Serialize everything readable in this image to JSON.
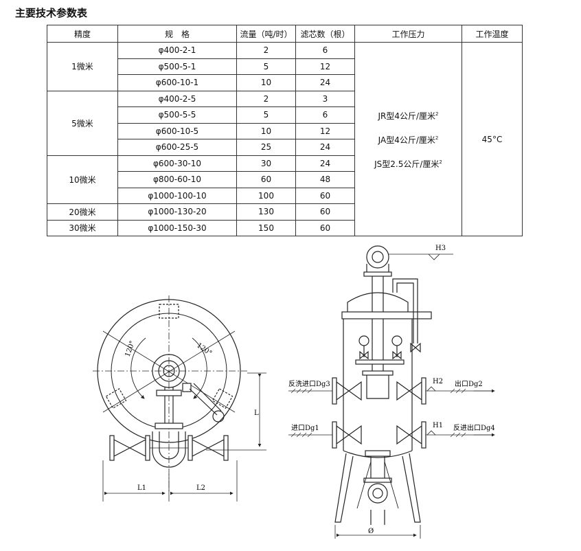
{
  "heading": "主要技术参数表",
  "table": {
    "headers": [
      "精度",
      "规　格",
      "流量（吨/时）",
      "滤芯数（根）",
      "工作压力",
      "工作温度"
    ],
    "groups": [
      {
        "precision": "1微米",
        "rows": [
          [
            "φ400-2-1",
            "2",
            "6"
          ],
          [
            "φ500-5-1",
            "5",
            "12"
          ],
          [
            "φ600-10-1",
            "10",
            "24"
          ]
        ]
      },
      {
        "precision": "5微米",
        "rows": [
          [
            "φ400-2-5",
            "2",
            "3"
          ],
          [
            "φ500-5-5",
            "5",
            "6"
          ],
          [
            "φ600-10-5",
            "10",
            "12"
          ],
          [
            "φ600-25-5",
            "25",
            "24"
          ]
        ]
      },
      {
        "precision": "10微米",
        "rows": [
          [
            "φ600-30-10",
            "30",
            "24"
          ],
          [
            "φ800-60-10",
            "60",
            "48"
          ],
          [
            "φ1000-100-10",
            "100",
            "60"
          ]
        ]
      },
      {
        "precision": "20微米",
        "rows": [
          [
            "φ1000-130-20",
            "130",
            "60"
          ]
        ]
      },
      {
        "precision": "30微米",
        "rows": [
          [
            "φ1000-150-30",
            "150",
            "60"
          ]
        ]
      }
    ],
    "pressure": {
      "jr": "JR型4公斤/厘米",
      "ja": "JA型4公斤/厘米",
      "js": "JS型2.5公斤/厘米",
      "sup": "2"
    },
    "temperature": "45°C"
  },
  "drawing_left": {
    "angle_left": "120°",
    "angle_right": "120°",
    "dim_l": "L",
    "dim_l1": "L1",
    "dim_l2": "L2"
  },
  "drawing_right": {
    "h3": "H3",
    "h2": "H2",
    "h1": "H1",
    "backwash_inlet": "反洗进口Dg3",
    "outlet": "出口Dg2",
    "inlet": "进口Dg1",
    "backwash_outlet": "反进出口Dg4",
    "diameter": "Ø"
  }
}
